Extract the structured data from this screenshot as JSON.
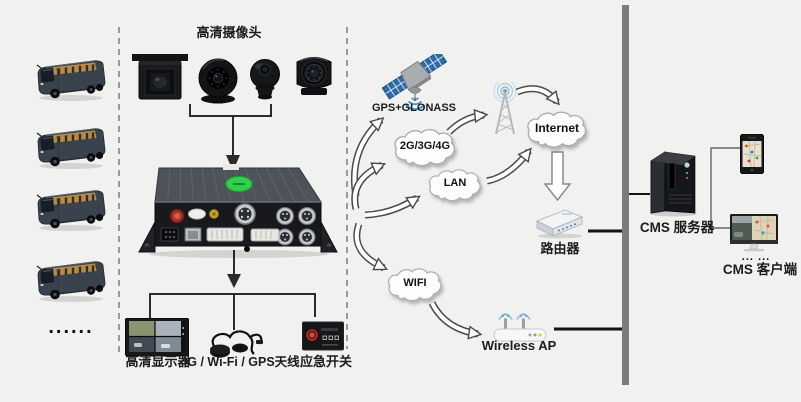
{
  "colors": {
    "background": "#f1f1ef",
    "line": "#2b2b2b",
    "divider_bar": "#7c7c7c",
    "satellite_blue": "#2e6ca8",
    "wave_blue": "#3f93c8",
    "cloud_fill": "#fdfdfd",
    "accent_red": "#c0392b",
    "accent_green": "#2fd04a"
  },
  "vehicles": {
    "ellipsis": "......"
  },
  "cameras": {
    "title": "高清摄像头"
  },
  "network": {
    "satellite": "GPS+GLONASS",
    "cellular": "2G/3G/4G",
    "lan": "LAN",
    "wifi": "WIFI",
    "internet": "Internet"
  },
  "devices": {
    "router": "路由器",
    "wireless_ap": "Wireless AP",
    "hd_display": "高清显示器",
    "antenna": "4G / Wi-Fi / GPS天线",
    "emergency_switch": "应急开关",
    "cms_server": "CMS 服务器",
    "cms_client": "CMS 客户端",
    "client_ellipsis": "... ..."
  }
}
